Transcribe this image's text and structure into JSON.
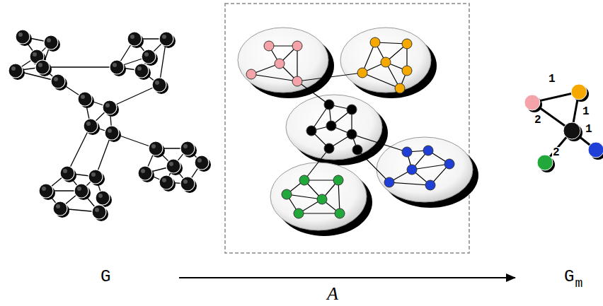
{
  "diagram": {
    "labels": [
      "1",
      "2",
      "1",
      "1",
      "2",
      "G",
      "A",
      "G",
      "m"
    ]
  }
}
